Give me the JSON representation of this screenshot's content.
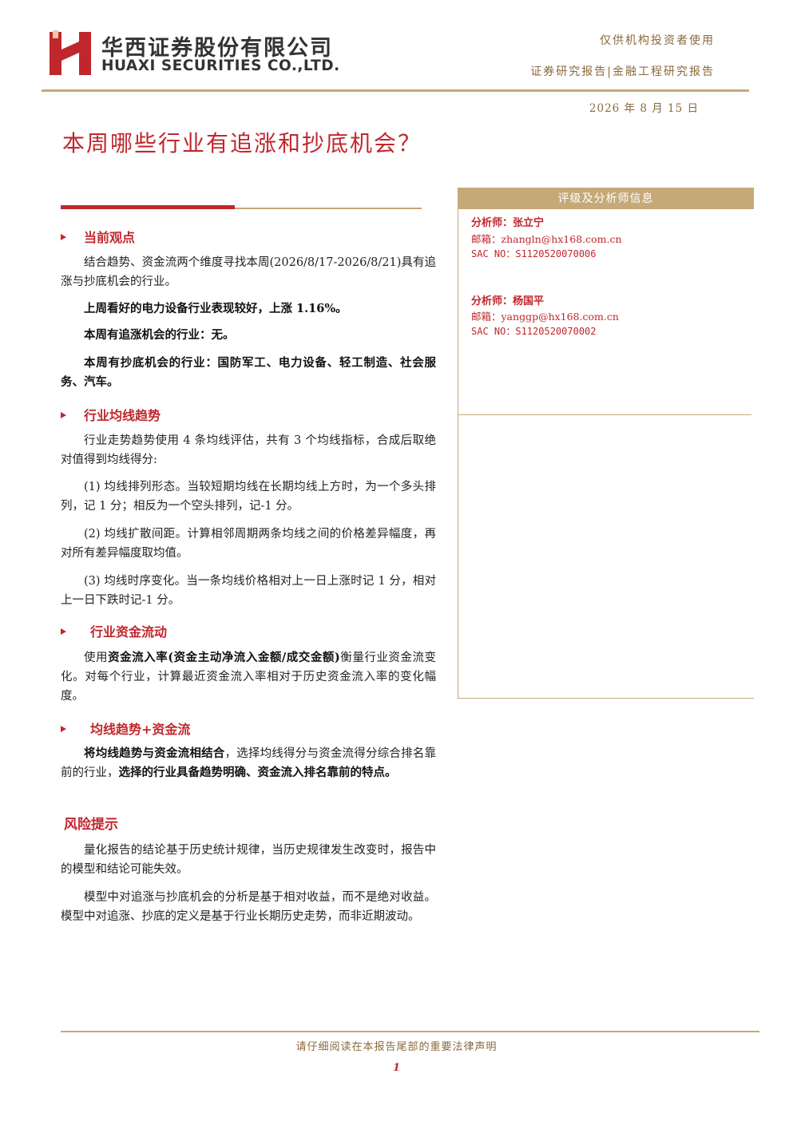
{
  "header": {
    "company_cn": "华西证券股份有限公司",
    "company_en": "HUAXI SECURITIES CO.,LTD.",
    "audience": "仅供机构投资者使用",
    "report_type": "证券研究报告|金融工程研究报告",
    "date": "2026 年 8 月 15 日"
  },
  "title": "本周哪些行业有追涨和抄底机会？",
  "sections": {
    "view": {
      "heading": "当前观点",
      "p1": "结合趋势、资金流两个维度寻找本周(2026/8/17-2026/8/21)具有追涨与抄底机会的行业。",
      "p2": "上周看好的电力设备行业表现较好，上涨 1.16%。",
      "p3": "本周有追涨机会的行业：无。",
      "p4": "本周有抄底机会的行业：国防军工、电力设备、轻工制造、社会服务、汽车。"
    },
    "trend": {
      "heading": "行业均线趋势",
      "p1": "行业走势趋势使用 4 条均线评估，共有 3 个均线指标，合成后取绝对值得到均线得分:",
      "p2": "(1) 均线排列形态。当较短期均线在长期均线上方时，为一个多头排列，记 1 分；相反为一个空头排列，记-1 分。",
      "p3": "(2) 均线扩散间距。计算相邻周期两条均线之间的价格差异幅度，再对所有差异幅度取均值。",
      "p4": "(3) 均线时序变化。当一条均线价格相对上一日上涨时记 1 分，相对上一日下跌时记-1 分。"
    },
    "flow": {
      "heading": "行业资金流动",
      "p1_a": "使用",
      "p1_b": "资金流入率(资金主动净流入金额/成交金额)",
      "p1_c": "衡量行业资金流变化。对每个行业，计算最近资金流入率相对于历史资金流入率的变化幅度。"
    },
    "combo": {
      "heading": "均线趋势+资金流",
      "p1_a": "将均线趋势与资金流相结合",
      "p1_b": "，选择均线得分与资金流得分综合排名靠前的行业，",
      "p1_c": "选择的行业具备趋势明确、资金流入排名靠前的特点。"
    },
    "risk": {
      "heading": "风险提示",
      "p1": "量化报告的结论基于历史统计规律，当历史规律发生改变时，报告中的模型和结论可能失效。",
      "p2": "模型中对追涨与抄底机会的分析是基于相对收益，而不是绝对收益。模型中对追涨、抄底的定义是基于行业长期历史走势，而非近期波动。"
    }
  },
  "analyst_box": {
    "heading": "评级及分析师信息",
    "analysts": [
      {
        "name": "分析师：张立宁",
        "email": "邮箱：zhangln@hx168.com.cn",
        "sac": "SAC NO：S1120520070006"
      },
      {
        "name": "分析师：杨国平",
        "email": "邮箱：yanggp@hx168.com.cn",
        "sac": "SAC NO：S1120520070002"
      }
    ]
  },
  "footer": {
    "note": "请仔细阅读在本报告尾部的重要法律声明",
    "page": "1"
  },
  "colors": {
    "brand_red": "#c0272d",
    "gold": "#c5a978",
    "gold_text": "#8a6a3c"
  }
}
